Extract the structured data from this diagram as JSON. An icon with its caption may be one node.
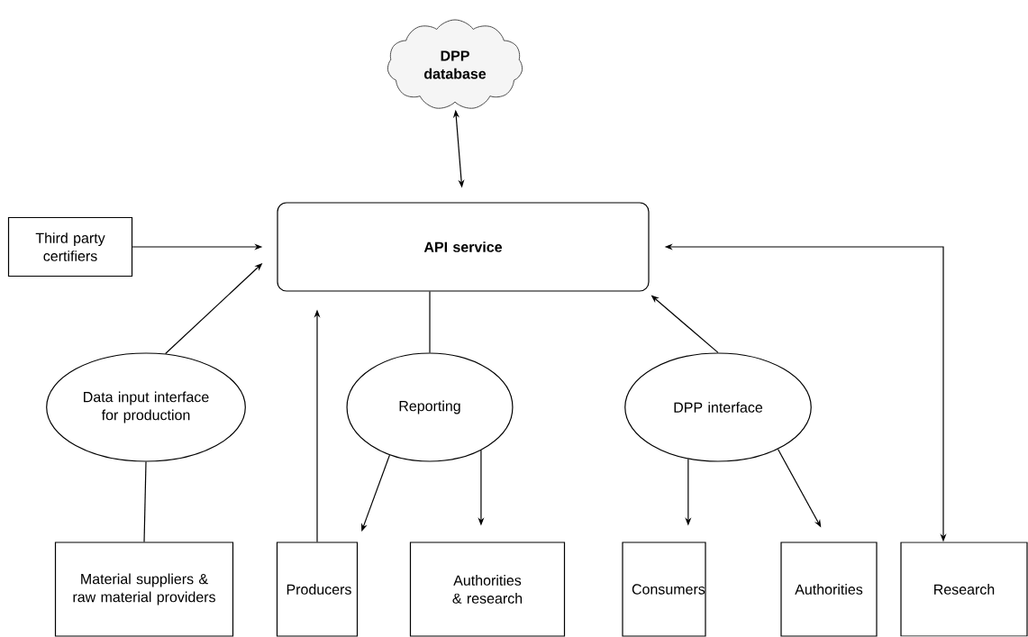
{
  "diagram": {
    "nodes": [
      {
        "text": [
          "DPP database"
        ]
      },
      {
        "text": [
          "API service"
        ]
      },
      {
        "text": [
          "Third party certifiers"
        ]
      },
      {
        "text": [
          "Data input interface for production"
        ]
      },
      {
        "text": [
          "Reporting"
        ]
      },
      {
        "text": [
          "DPP interface"
        ]
      },
      {
        "text": [
          "Material suppliers & raw material providers"
        ]
      },
      {
        "text": [
          "Producers"
        ]
      },
      {
        "text": [
          "Authorities & research"
        ]
      },
      {
        "text": [
          "Consumers"
        ]
      },
      {
        "text": [
          "Authorities"
        ]
      },
      {
        "text": [
          "Research"
        ]
      }
    ],
    "edges": [
      {
        "from": 0,
        "to": 1,
        "arrow": "both"
      },
      {
        "from": 2,
        "to": 1,
        "arrow": "to"
      },
      {
        "from": 3,
        "to": 1,
        "arrow": "to"
      },
      {
        "from": 7,
        "to": 1,
        "arrow": "to"
      },
      {
        "from": 1,
        "to": 4,
        "arrow": "none"
      },
      {
        "from": 5,
        "to": 1,
        "arrow": "to"
      },
      {
        "from": 4,
        "to": 7,
        "arrow": "to"
      },
      {
        "from": 4,
        "to": 8,
        "arrow": "to"
      },
      {
        "from": 5,
        "to": 9,
        "arrow": "to"
      },
      {
        "from": 5,
        "to": 10,
        "arrow": "to"
      },
      {
        "from": 11,
        "to": 1,
        "arrow": "both"
      },
      {
        "from": 6,
        "to": 3,
        "arrow": "none"
      }
    ]
  }
}
